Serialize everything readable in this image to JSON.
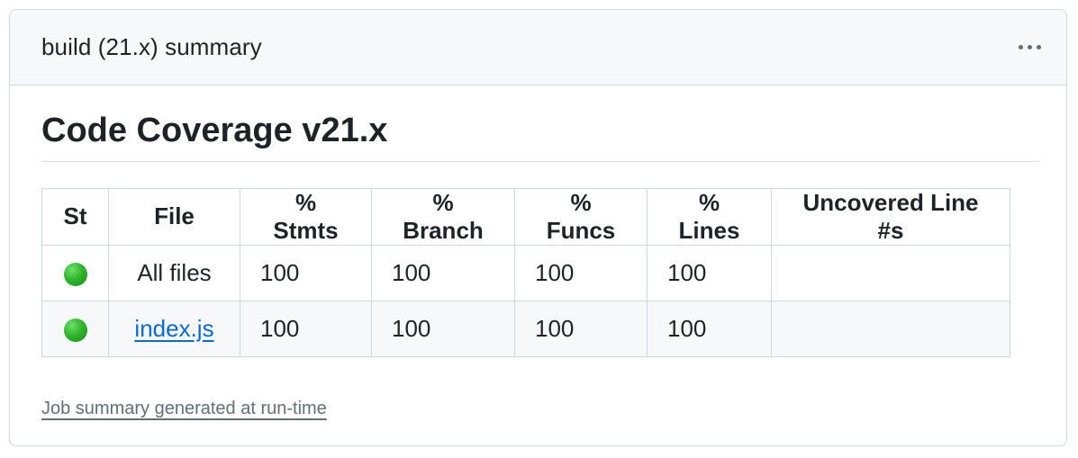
{
  "header": {
    "title": "build (21.x) summary",
    "menu_icon": "kebab-horizontal-icon"
  },
  "main": {
    "heading": "Code Coverage v21.x"
  },
  "table": {
    "columns": [
      "St",
      "File",
      "% Stmts",
      "% Branch",
      "% Funcs",
      "% Lines",
      "Uncovered Line #s"
    ],
    "rows": [
      {
        "status": "green-circle-icon",
        "file": "All files",
        "is_link": false,
        "stmts": "100",
        "branch": "100",
        "funcs": "100",
        "lines": "100",
        "uncovered": ""
      },
      {
        "status": "green-circle-icon",
        "file": "index.js",
        "is_link": true,
        "stmts": "100",
        "branch": "100",
        "funcs": "100",
        "lines": "100",
        "uncovered": ""
      }
    ]
  },
  "footer": {
    "link_text": "Job summary generated at run-time"
  },
  "colors": {
    "status_green": "#2fb52c",
    "link_blue": "#0969da",
    "header_bg": "#f6f8fa"
  }
}
